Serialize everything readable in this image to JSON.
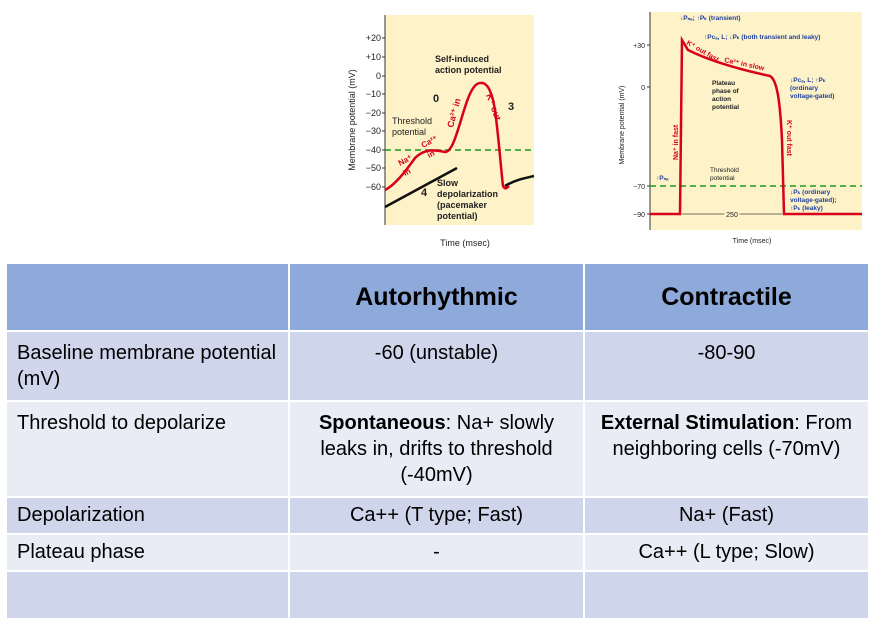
{
  "left_figure": {
    "ylabel": "Membrane potential (mV)",
    "xlabel": "Time (msec)",
    "ticks": [
      "+20",
      "+10",
      "0",
      "−10",
      "−20",
      "−30",
      "−40",
      "−50",
      "−60"
    ],
    "self_induced_1": "Self-induced",
    "self_induced_2": "action potential",
    "phase_0": "0",
    "phase_3": "3",
    "phase_4": "4",
    "ca_in": "Ca²⁺ in",
    "k_out": "K⁺ out",
    "threshold_1": "Threshold",
    "threshold_2": "potential",
    "na_in_1": "Na⁺",
    "na_in_2": "in",
    "ca_in_small_1": "Ca²⁺",
    "ca_in_small_2": "in",
    "slow_1": "Slow",
    "slow_2": "depolarization",
    "slow_3": "(pacemaker",
    "slow_4": "potential)"
  },
  "right_figure": {
    "ylabel": "Membrane potential (mV)",
    "xlabel": "Time (msec)",
    "ticks": [
      "+30",
      "0",
      "−70",
      "−90"
    ],
    "top_note": "↓Pₙₐ; ↑Pₖ (transient)",
    "pca_note": "↑Pᴄₐ, L; ↓Pₖ (both transient and leaky)",
    "k_out_fast": "K⁺ out fast",
    "ca_in_slow": "Ca²⁺ in slow",
    "plateau_1": "Plateau",
    "plateau_2": "phase of",
    "plateau_3": "action",
    "plateau_4": "potential",
    "pca_down_1": "↓Pᴄₐ, L; ↑Pₖ",
    "pca_down_2": "(ordinary",
    "pca_down_3": "voltage-gated)",
    "na_in_fast": "Na⁺ in fast",
    "k_out_fast_vert": "K⁺ out fast",
    "threshold_1": "Threshold",
    "threshold_2": "potential",
    "pna_up": "↑Pₙₐ",
    "pk_end_1": "↓Pₖ (ordinary",
    "pk_end_2": "voltage-gated);",
    "pk_end_3": "↑Pₖ (leaky)",
    "duration": "250"
  },
  "table": {
    "headers": [
      "",
      "Autorhythmic",
      "Contractile"
    ],
    "rows": [
      {
        "label": "Baseline membrane potential (mV)",
        "auto": "-60 (unstable)",
        "contract": "-80-90"
      },
      {
        "label": "Threshold to depolarize",
        "auto_bold": "Spontaneous",
        "auto_rest": ": Na+ slowly leaks in, drifts to threshold (-40mV)",
        "contract_bold": "External Stimulation",
        "contract_rest": ": From neighboring cells (-70mV)"
      },
      {
        "label": "Depolarization",
        "auto": "Ca++ (T type; Fast)",
        "contract": "Na+ (Fast)"
      },
      {
        "label": "Plateau phase",
        "auto": "-",
        "contract": "Ca++ (L type; Slow)"
      },
      {
        "label": "",
        "auto": "",
        "contract": ""
      }
    ]
  },
  "colors": {
    "trace_red": "#d9001b",
    "threshold_green": "#1a9a1a",
    "figure_bg": "#fdf2c8",
    "text_blue": "#1f3f9f",
    "header_blue": "#8eaadb"
  }
}
